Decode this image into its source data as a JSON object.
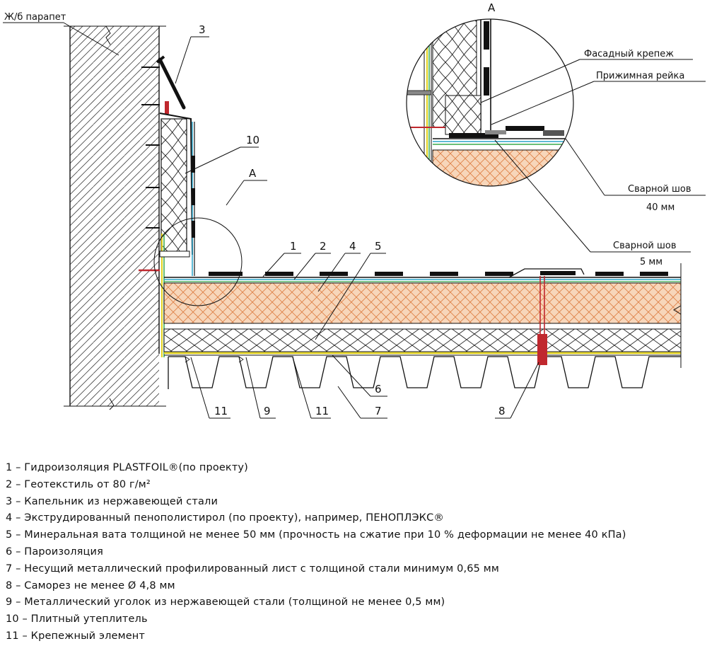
{
  "labels": {
    "parapet": "Ж/б парапет",
    "detail_mark": "А",
    "detail_mark_zoom": "А",
    "facade_fastener": "Фасадный крепеж",
    "clamp_rail": "Прижимная рейка",
    "weld_40_line1": "Сварной шов",
    "weld_40_line2": "40 мм",
    "weld_5_line1": "Сварной шов",
    "weld_5_line2": "5 мм"
  },
  "callouts": [
    "1",
    "2",
    "3",
    "4",
    "5",
    "6",
    "7",
    "8",
    "9",
    "10",
    "11",
    "11"
  ],
  "legend": [
    "1 – Гидроизоляция PLASTFOIL®(по проекту)",
    "2 – Геотекстиль от 80 г/м²",
    "3 – Капельник из нержавеющей стали",
    "4 – Экструдированный пенополистирол (по проекту), например, ПЕНОПЛЭКС®",
    "5 – Минеральная вата толщиной не менее 50 мм (прочность на сжатие при 10 % деформации не менее 40 кПа)",
    "6 – Пароизоляция",
    "7 – Несущий металлический профилированный лист с толщиной стали минимум 0,65 мм",
    "8 – Саморез не менее Ø 4,8 мм",
    "9 – Металлический уголок из нержавеющей стали (толщиной не менее 0,5 мм)",
    "10 – Плитный утеплитель",
    "11 – Крепежный элемент"
  ],
  "colors": {
    "xps_fill": "#f6d3b4",
    "xps_hatch": "#d9773a",
    "membrane_blue": "#2aa3c9",
    "membrane_green": "#38a84a",
    "vapor_yellow": "#e3d21b",
    "screw_red": "#c0282e",
    "line": "#111111"
  }
}
